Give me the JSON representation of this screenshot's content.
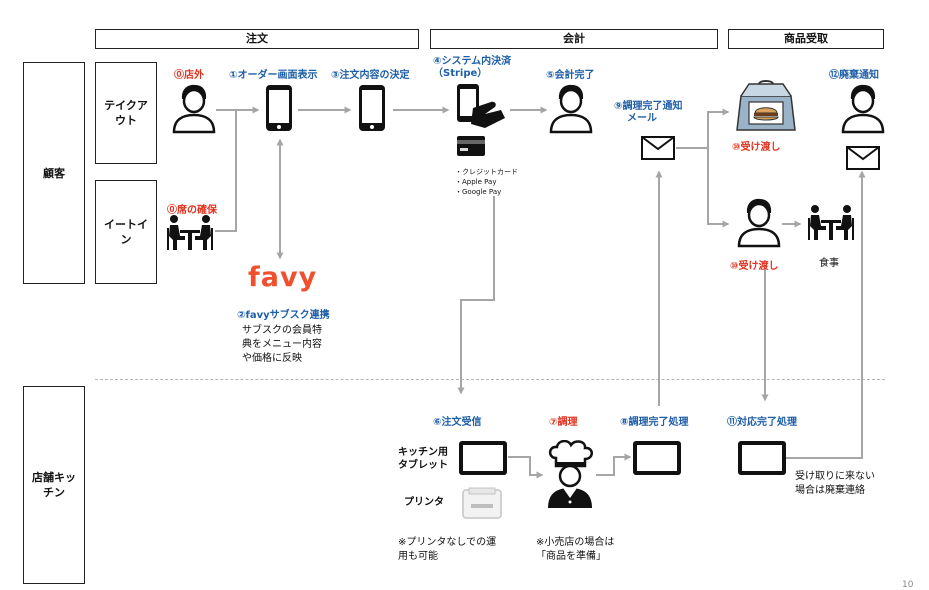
{
  "headers": {
    "order": "注文",
    "payment": "会計",
    "pickup": "商品受取"
  },
  "lanes": {
    "customer": "顧客",
    "takeout": "テイクアウト",
    "eatin": "イートイン",
    "kitchen": "店舗キッチン"
  },
  "steps": {
    "s0_outside": "⓪店外",
    "s0_seat": "⓪席の確保",
    "s1": "①オーダー画面表示",
    "s3": "③注文内容の決定",
    "s4_line1": "④システム内決済",
    "s4_line2": "（Stripe）",
    "s5": "⑤会計完了",
    "s9_line1": "⑨調理完了通知",
    "s9_line2": "メール",
    "s10_a": "⑩受け渡し",
    "s10_b": "⑩受け渡し",
    "s12": "⑫廃棄通知",
    "s2": "②favyサブスク連携",
    "s6": "⑥注文受信",
    "s7": "⑦調理",
    "s8": "⑧調理完了処理",
    "s11": "⑪対応完了処理"
  },
  "payment_methods": [
    "・クレジットカード",
    "・Apple Pay",
    "・Google Pay"
  ],
  "favy_logo": "favy",
  "notes": {
    "subscription": [
      "サブスクの会員特",
      "典をメニュー内容",
      "や価格に反映"
    ],
    "meal": "食事",
    "kitchen_tablet": [
      "キッチン用",
      "タブレット"
    ],
    "printer": "プリンタ",
    "printer_note": [
      "※プリンタなしでの運",
      "用も可能"
    ],
    "retail_note": [
      "※小売店の場合は",
      "「商品を準備」"
    ],
    "disposal_note": [
      "受け取りに来ない",
      "場合は廃棄連絡"
    ]
  },
  "page_number": "10",
  "colors": {
    "step_blue": "#1f5fa8",
    "step_red": "#e0321f",
    "arrow_gray": "#a6a6a6",
    "favy_orange": "#f0502d"
  }
}
